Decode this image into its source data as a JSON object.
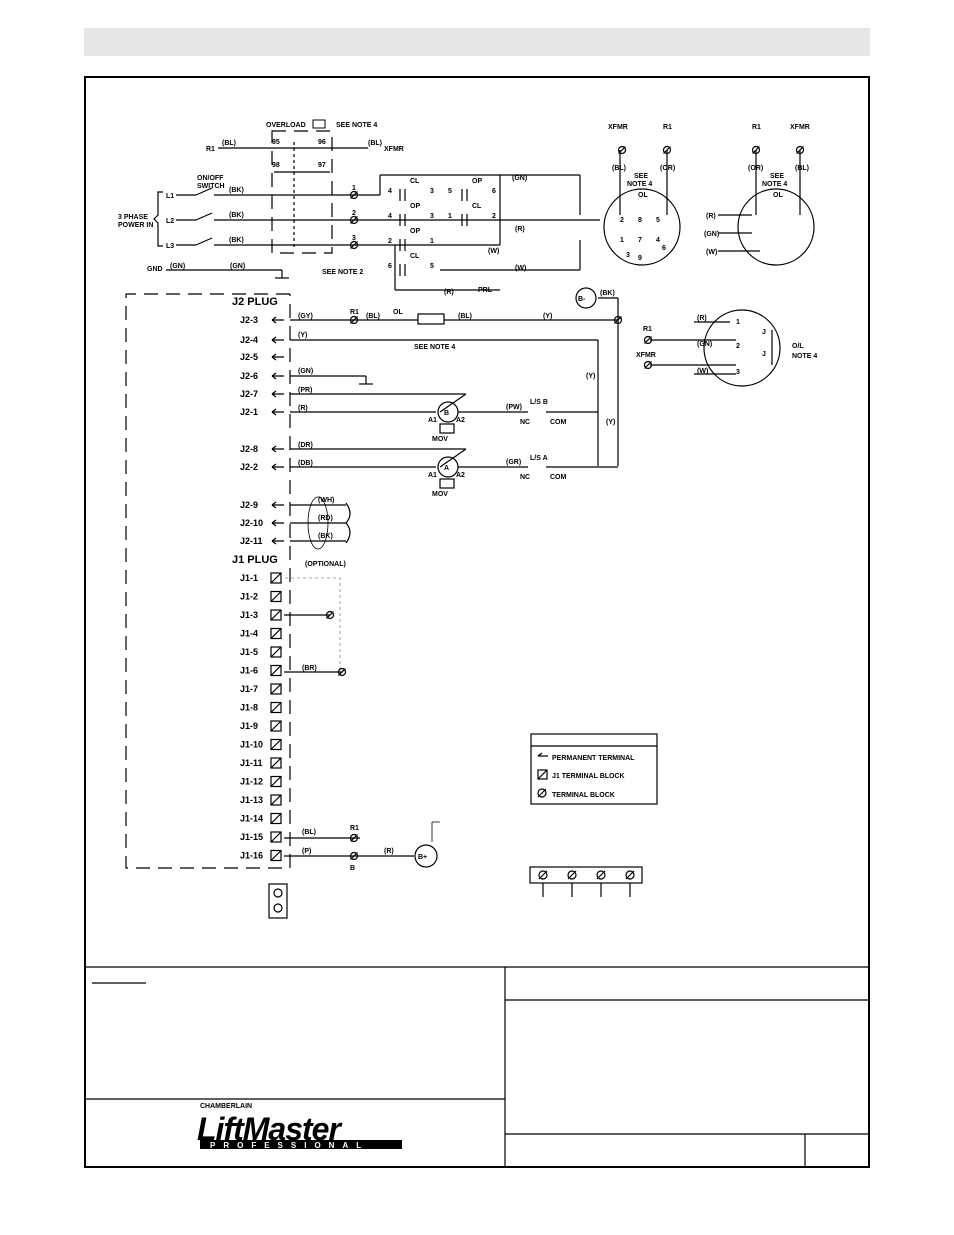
{
  "labels": {
    "overload": "OVERLOAD",
    "see_note_4": "SEE NOTE 4",
    "see_note_2": "SEE NOTE 2",
    "see": "SEE",
    "note_4": "NOTE 4",
    "r1": "R1",
    "xfmr": "XFMR",
    "bl": "(BL)",
    "or": "(OR)",
    "bk": "(BK)",
    "gn": "(GN)",
    "gy": "(GY)",
    "y": "(Y)",
    "w": "(W)",
    "r": "(R)",
    "pr": "(PR)",
    "pw": "(PW)",
    "gr": "(GR)",
    "dr": "(DR)",
    "db": "(DB)",
    "wh": "(WH)",
    "rd": "(RD)",
    "br": "(BR)",
    "p": "(P)",
    "on_off_switch_1": "ON/OFF",
    "on_off_switch_2": "SWITCH",
    "power_in_1": "3 PHASE",
    "power_in_2": "POWER IN",
    "l1": "L1",
    "l2": "L2",
    "l3": "L3",
    "gnd": "GND",
    "cl": "CL",
    "op": "OP",
    "prl": "PRL",
    "ol": "OL",
    "j2_plug": "J2 PLUG",
    "j1_plug": "J1 PLUG",
    "optional": "(OPTIONAL)",
    "ls_b": "L/S B",
    "ls_a": "L/S A",
    "nc": "NC",
    "com": "COM",
    "mov": "MOV",
    "a1": "A1",
    "a2": "A2",
    "b_lbl": "B",
    "a_lbl": "A",
    "b_minus": "B-",
    "b_plus": "B+",
    "j": "J",
    "ol_note_1": "O/L",
    "ol_note_2": "NOTE 4"
  },
  "term_nums": {
    "n95": "95",
    "n96": "96",
    "n98": "98",
    "n97": "97",
    "n1": "1",
    "n2": "2",
    "n3": "3",
    "n4": "4",
    "n5": "5",
    "n6": "6",
    "n7": "7",
    "n8": "8",
    "n9": "9"
  },
  "j2_pins": [
    "J2-3",
    "J2-4",
    "J2-5",
    "J2-6",
    "J2-7",
    "J2-1",
    "J2-8",
    "J2-2",
    "J2-9",
    "J2-10",
    "J2-11"
  ],
  "j1_pins": [
    "J1-1",
    "J1-2",
    "J1-3",
    "J1-4",
    "J1-5",
    "J1-6",
    "J1-7",
    "J1-8",
    "J1-9",
    "J1-10",
    "J1-11",
    "J1-12",
    "J1-13",
    "J1-14",
    "J1-15",
    "J1-16"
  ],
  "legend": {
    "permanent": "PERMANENT TERMINAL",
    "j1_block": "J1 TERMINAL BLOCK",
    "terminal_block": "TERMINAL BLOCK"
  },
  "brand": {
    "chamberlain": "CHAMBERLAIN",
    "name": "LiftMaster",
    "sub": "PROFESSIONAL"
  }
}
